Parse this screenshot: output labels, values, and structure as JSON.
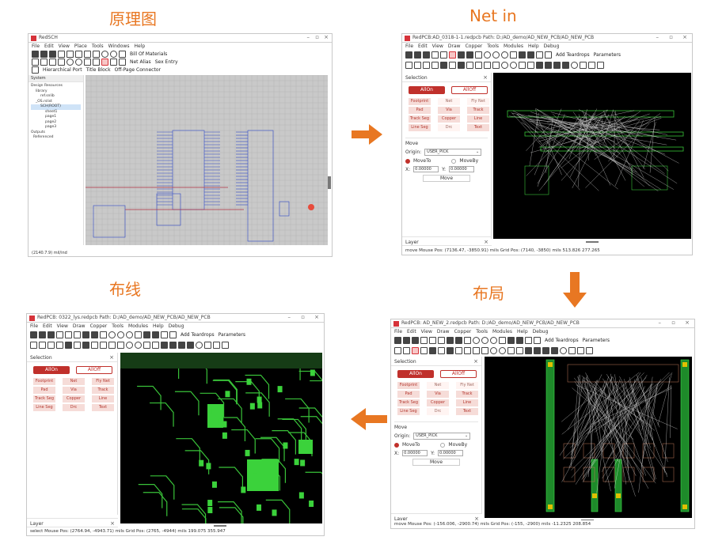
{
  "headings": {
    "schematic": "原理图",
    "netin": "Net in",
    "routing": "布线",
    "placement": "布局"
  },
  "colors": {
    "accent": "#e87722",
    "brand_red": "#c0302b",
    "canvas_bg": "#000000",
    "pcb_green": "#39c239",
    "ratsnest": "#ffffff"
  },
  "schematic": {
    "title": "RedSCH",
    "menu": [
      "File",
      "Edit",
      "View",
      "Place",
      "Tools",
      "Windows",
      "Help"
    ],
    "toolbar2_label": "Bill Of Materials",
    "toolbar3_labels": [
      "Net Alias",
      "Sex Entry"
    ],
    "toolbar4_labels": [
      "Hierarchical Port",
      "Title Block",
      "Off-Page Connector"
    ],
    "tree_title": "System",
    "tree_items": [
      "Design Resources",
      "library",
      "ref.snlib",
      "_OS.rslist",
      "SCH(ROOT)",
      "sheet1",
      "page1",
      "page2",
      "page3",
      "Outputs",
      "Referenced"
    ],
    "status": "(2140.7.9) mil/ind"
  },
  "netin": {
    "title": "RedPCB:AD_0318-1-1.redpcb Path: D:/AD_demo/AD_NEW_PCB/AD_NEW_PCB",
    "menu": [
      "File",
      "Edit",
      "View",
      "Draw",
      "Copper",
      "Tools",
      "Modules",
      "Help",
      "Debug"
    ],
    "add_teardrops": "Add Teardrops",
    "parameters": "Parameters",
    "selection_title": "Selection",
    "all_on": "AllOn",
    "all_off": "AllOff",
    "filters": [
      "Footprint",
      "Net",
      "Fly Net",
      "Pad",
      "Via",
      "Track",
      "Track Seg",
      "Copper",
      "Line",
      "Line Seg",
      "Drc",
      "Text"
    ],
    "move_title": "Move",
    "origin_label": "Origin:",
    "origin_value": "USER_PICK",
    "move_to": "MoveTo",
    "move_by": "MoveBy",
    "x_label": "X:",
    "y_label": "Y:",
    "x_value": "0.00000",
    "y_value": "0.00000",
    "move_button": "Move",
    "layer_title": "Layer",
    "status": "move    Mouse Pos: (7136.47, -3850.91) mils Grid Pos: (7140, -3850) mils 513.826 277.265"
  },
  "placement": {
    "title": "RedPCB: AD_NEW_2.redpcb Path: D:/AD_demo/AD_NEW_PCB/AD_NEW_PCB",
    "menu": [
      "File",
      "Edit",
      "View",
      "Draw",
      "Copper",
      "Tools",
      "Modules",
      "Help",
      "Debug"
    ],
    "add_teardrops": "Add Teardrops",
    "parameters": "Parameters",
    "selection_title": "Selection",
    "all_on": "AllOn",
    "all_off": "AllOff",
    "filters": [
      "Footprint",
      "Net",
      "Fly Net",
      "Pad",
      "Via",
      "Track",
      "Track Seg",
      "Copper",
      "Line",
      "Line Seg",
      "Drc",
      "Text"
    ],
    "move_title": "Move",
    "origin_label": "Origin:",
    "origin_value": "USER_PICK",
    "move_to": "MoveTo",
    "move_by": "MoveBy",
    "x_label": "X:",
    "y_label": "Y:",
    "x_value": "0.00000",
    "y_value": "0.00000",
    "move_button": "Move",
    "layer_title": "Layer",
    "status": "move    Mouse Pos: (-156.006, -2900.74) mils Grid Pos: (-155, -2900) mils -11.2325 208.854"
  },
  "routing": {
    "title": "RedPCB: 0322_lys.redpcb Path: D:/AD_demo/AD_NEW_PCB/AD_NEW_PCB",
    "menu": [
      "File",
      "Edit",
      "View",
      "Draw",
      "Copper",
      "Tools",
      "Modules",
      "Help",
      "Debug"
    ],
    "add_teardrops": "Add Teardrops",
    "parameters": "Parameters",
    "selection_title": "Selection",
    "all_on": "AllOn",
    "all_off": "AllOff",
    "filters": [
      "Footprint",
      "Net",
      "Fly Net",
      "Pad",
      "Via",
      "Track",
      "Track Seg",
      "Copper",
      "Line",
      "Line Seg",
      "Drc",
      "Text"
    ],
    "layer_title": "Layer",
    "status": "select    Mouse Pos: (2764.94, -4943.71) mils Grid Pos: (2765, -4944) mils 199.075 355.947"
  }
}
